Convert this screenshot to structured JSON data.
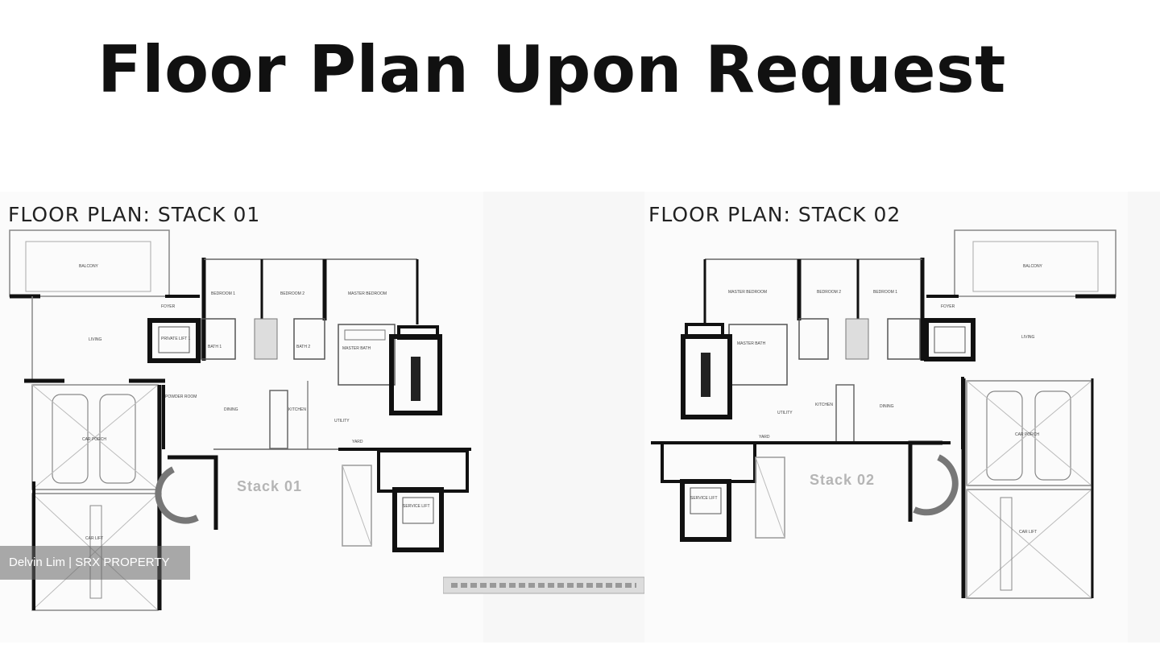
{
  "headline": "Floor Plan Upon Request",
  "plans": [
    {
      "title": "FLOOR PLAN: STACK 01",
      "stack_label": "Stack 01",
      "rooms": {
        "balcony": "BALCONY",
        "foyer": "FOYER",
        "living": "LIVING",
        "private_lift": "PRIVATE LIFT 1",
        "bedroom1": "BEDROOM 1",
        "bedroom2": "BEDROOM 2",
        "master": "MASTER BEDROOM",
        "master_bath": "MASTER BATH",
        "bath1": "BATH 1",
        "bath2": "BATH 2",
        "dining": "DINING",
        "kitchen": "KITCHEN",
        "utility": "UTILITY",
        "yard": "YARD",
        "car_porch": "CAR PORCH",
        "car_lift": "CAR LIFT",
        "service_lift": "SERVICE LIFT",
        "powder": "POWDER ROOM"
      }
    },
    {
      "title": "FLOOR PLAN: STACK 02",
      "stack_label": "Stack 02",
      "rooms": {
        "balcony": "BALCONY",
        "foyer": "FOYER",
        "living": "LIVING",
        "bedroom1": "BEDROOM 1",
        "bedroom2": "BEDROOM 2",
        "master": "MASTER BEDROOM",
        "master_bath": "MASTER BATH",
        "dining": "DINING",
        "kitchen": "KITCHEN",
        "yard": "YARD",
        "car_porch": "CAR PORCH",
        "car_lift": "CAR LIFT",
        "service_lift": "SERVICE LIFT",
        "utility": "UTILITY"
      }
    }
  ],
  "watermark": "Delvin Lim | SRX PROPERTY"
}
